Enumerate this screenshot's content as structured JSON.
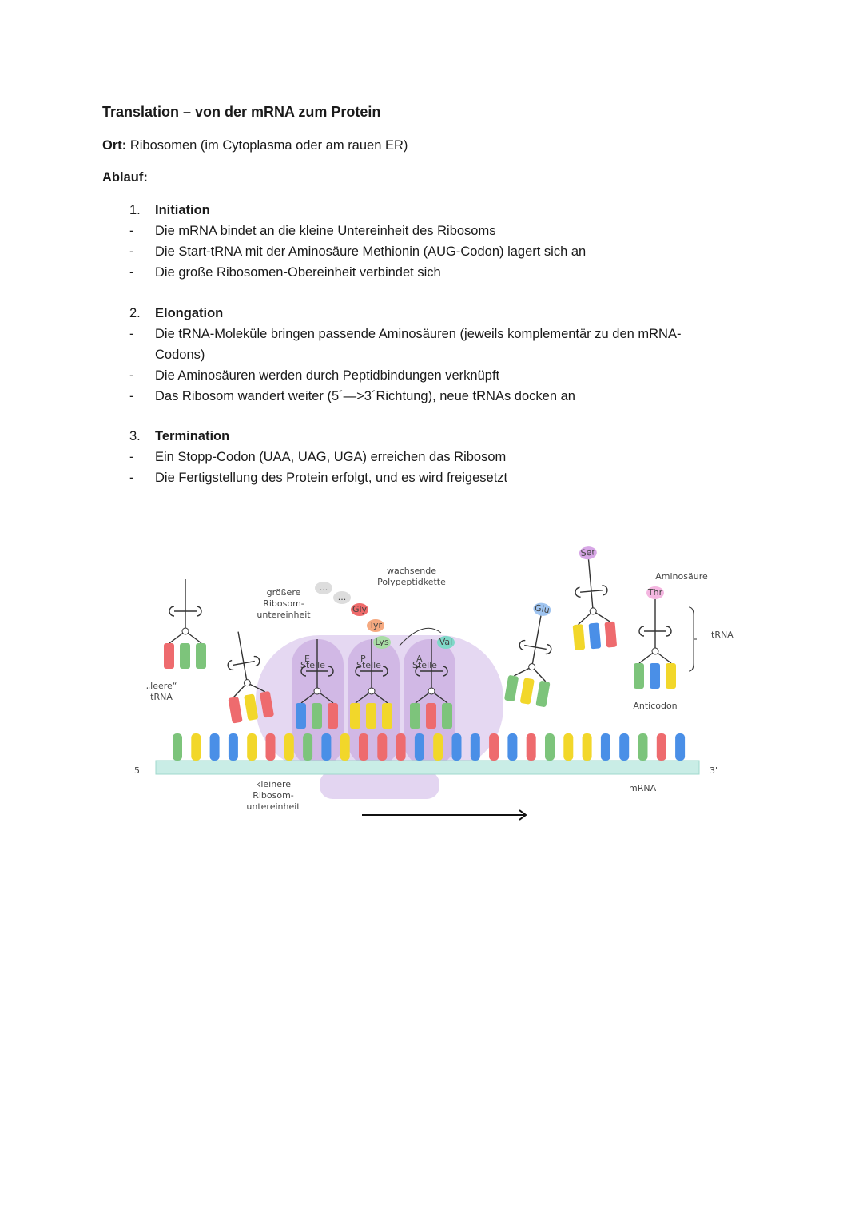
{
  "title": "Translation – von der mRNA zum Protein",
  "location": {
    "label": "Ort:",
    "value": "Ribosomen (im Cytoplasma oder am rauen ER)"
  },
  "process_label": "Ablauf:",
  "phases": [
    {
      "number": "1.",
      "name": "Initiation",
      "bullets": [
        "Die mRNA bindet an die kleine Untereinheit des Ribosoms",
        "Die Start-tRNA mit der Aminosäure Methionin (AUG-Codon) lagert sich an",
        "Die große Ribosomen-Obereinheit verbindet sich"
      ]
    },
    {
      "number": "2.",
      "name": "Elongation",
      "bullets": [
        "Die tRNA-Moleküle bringen passende Aminosäuren (jeweils komplementär zu den mRNA-Codons)",
        "Die Aminosäuren werden durch Peptidbindungen verknüpft",
        "Das Ribosom wandert weiter (5´—>3´Richtung), neue tRNAs docken an"
      ]
    },
    {
      "number": "3.",
      "name": "Termination",
      "bullets": [
        "Ein Stopp-Codon (UAA, UAG, UGA) erreichen das Ribosom",
        "Die Fertigstellung des Protein erfolgt, und es wird freigesetzt"
      ]
    }
  ],
  "diagram": {
    "end_5": "5'",
    "end_3": "3'",
    "label_large_subunit": [
      "größere",
      "Ribosom-",
      "untereinheit"
    ],
    "label_small_subunit": [
      "kleinere",
      "Ribosom-",
      "untereinheit"
    ],
    "label_empty_trna": [
      "„leere“",
      "tRNA"
    ],
    "label_chain": [
      "wachsende",
      "Polypeptidkette"
    ],
    "label_amino_acid": "Aminosäure",
    "label_trna": "tRNA",
    "label_anticodon": "Anticodon",
    "label_mrna": "mRNA",
    "sites": [
      "E",
      "P",
      "A"
    ],
    "site_word": "Stelle",
    "amino_acids": [
      "...",
      "...",
      "Gly",
      "Tyr",
      "Lys",
      "Val",
      "Glu",
      "Ser",
      "Thr"
    ],
    "mrna_bases": [
      "green",
      "yellow",
      "blue",
      "blue",
      "yellow",
      "red",
      "yellow",
      "green",
      "blue",
      "yellow",
      "red",
      "red",
      "red",
      "blue",
      "yellow",
      "blue",
      "blue",
      "red",
      "blue",
      "red",
      "green",
      "yellow",
      "yellow",
      "blue",
      "blue",
      "green",
      "red",
      "blue"
    ],
    "colors": {
      "red": "#ee6b6e",
      "green": "#7dc47b",
      "blue": "#4a8fe7",
      "yellow": "#f2d72a",
      "mrna": "#c9ede6",
      "ribosome": "#dccbee"
    }
  }
}
